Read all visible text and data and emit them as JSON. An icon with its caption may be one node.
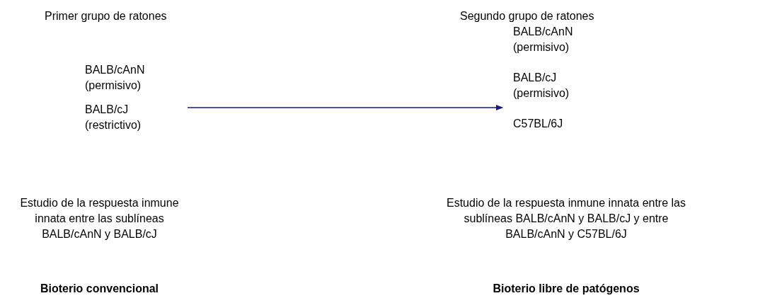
{
  "diagram": {
    "nodes": [
      {
        "text": [
          "BALB/cAnN (permisivo)",
          "BALB/cJ (restrictivo)"
        ],
        "beside": [
          "Primer grupo de ratones"
        ]
      },
      {
        "text": [
          "BALB/cAnN (permisivo)",
          "BALB/cJ (permisivo)",
          "C57BL/6J"
        ],
        "beside": [
          "Segundo grupo de ratones"
        ]
      }
    ],
    "edges": [
      {
        "from": 0,
        "to": 1,
        "arrow": "to"
      }
    ],
    "labels": [
      "Estudio de la respuesta inmune innata entre las sublíneas BALB/cAnN y BALB/cJ",
      "Estudio de la respuesta inmune innata entre las sublíneas BALB/cAnN y BALB/cJ y entre BALB/cAnN y C57BL/6J",
      "Bioterio convencional",
      "Bioterio libre de patógenos"
    ]
  }
}
